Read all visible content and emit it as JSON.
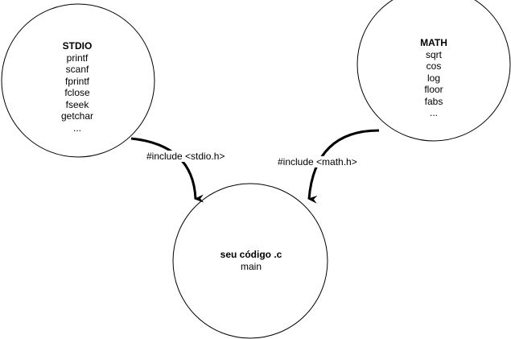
{
  "nodes": {
    "stdio": {
      "title": "STDIO",
      "items": [
        "printf",
        "scanf",
        "fprintf",
        "fclose",
        "fseek",
        "getchar",
        "..."
      ]
    },
    "math": {
      "title": "MATH",
      "items": [
        "sqrt",
        "cos",
        "log",
        "floor",
        "fabs",
        "..."
      ]
    },
    "code": {
      "title": "seu código .c",
      "items": [
        "main"
      ]
    }
  },
  "edges": {
    "stdio_to_code": "#include <stdio.h>",
    "math_to_code": "#include <math.h>"
  },
  "colors": {
    "stroke": "#000000",
    "fill": "#ffffff",
    "text": "#000000"
  }
}
